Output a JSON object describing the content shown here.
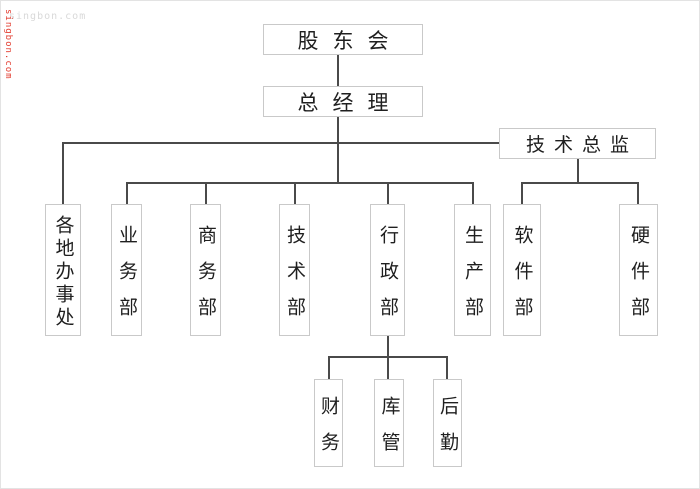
{
  "watermarks": {
    "top_left": "singbon.com",
    "left_vertical": "singbon.com"
  },
  "chart": {
    "type": "org-tree",
    "nodes": {
      "shareholders": "股东会",
      "general_manager": "总经理",
      "tech_director": "技术总监",
      "offices": "各地办事处",
      "business_dept": "业务部",
      "commerce_dept": "商务部",
      "tech_dept": "技术部",
      "admin_dept": "行政部",
      "production_dept": "生产部",
      "software_dept": "软件部",
      "hardware_dept": "硬件部",
      "finance": "财务",
      "warehouse": "库管",
      "logistics": "后勤"
    },
    "hierarchy": [
      {
        "parent": "股东会",
        "children": [
          "总经理"
        ]
      },
      {
        "parent": "总经理",
        "children": [
          "各地办事处",
          "业务部",
          "商务部",
          "技术部",
          "行政部",
          "生产部",
          "技术总监"
        ]
      },
      {
        "parent": "技术总监",
        "children": [
          "软件部",
          "硬件部"
        ]
      },
      {
        "parent": "行政部",
        "children": [
          "财务",
          "库管",
          "后勤"
        ]
      }
    ],
    "colors": {
      "box_border": "#c9c9c9",
      "line": "#4a4a4a",
      "text": "#1f1f1f",
      "watermark_gray": "#d9d9d9",
      "watermark_red": "#e23b2e"
    }
  }
}
